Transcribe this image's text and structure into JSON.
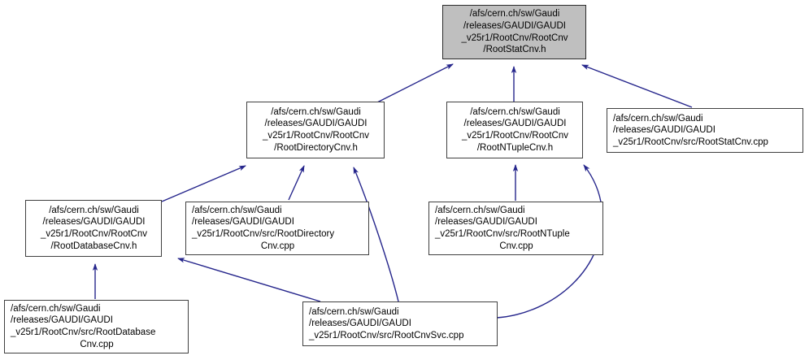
{
  "graph": {
    "title": "RootStatCnv.h include dependency graph",
    "edge_color": "#26268c",
    "node_fill": "#ffffff",
    "node_border": "#404040",
    "root_fill": "#bfbfbf",
    "text_color": "#000000"
  },
  "nodes": [
    {
      "id": "rootstatcnv-h",
      "kind": "root",
      "align": "center",
      "lines": [
        "/afs/cern.ch/sw/Gaudi",
        "/releases/GAUDI/GAUDI",
        "_v25r1/RootCnv/RootCnv",
        "/RootStatCnv.h"
      ]
    },
    {
      "id": "rootdirectorycnv-h",
      "kind": "header",
      "align": "center",
      "lines": [
        "/afs/cern.ch/sw/Gaudi",
        "/releases/GAUDI/GAUDI",
        "_v25r1/RootCnv/RootCnv",
        "/RootDirectoryCnv.h"
      ]
    },
    {
      "id": "rootntuplecnv-h",
      "kind": "header",
      "align": "center",
      "lines": [
        "/afs/cern.ch/sw/Gaudi",
        "/releases/GAUDI/GAUDI",
        "_v25r1/RootCnv/RootCnv",
        "/RootNTupleCnv.h"
      ]
    },
    {
      "id": "rootstatcnv-cpp",
      "kind": "source",
      "align": "left",
      "lines": [
        "/afs/cern.ch/sw/Gaudi",
        "/releases/GAUDI/GAUDI",
        "_v25r1/RootCnv/src/RootStatCnv.cpp"
      ]
    },
    {
      "id": "rootdatabasecnv-h",
      "kind": "header",
      "align": "center",
      "lines": [
        "/afs/cern.ch/sw/Gaudi",
        "/releases/GAUDI/GAUDI",
        "_v25r1/RootCnv/RootCnv",
        "/RootDatabaseCnv.h"
      ]
    },
    {
      "id": "rootdirectorycnv-cpp",
      "kind": "source",
      "align": "lead3",
      "lines": [
        "/afs/cern.ch/sw/Gaudi",
        "/releases/GAUDI/GAUDI",
        "_v25r1/RootCnv/src/RootDirectory",
        "Cnv.cpp"
      ]
    },
    {
      "id": "rootntuplecnv-cpp",
      "kind": "source",
      "align": "lead3",
      "lines": [
        "/afs/cern.ch/sw/Gaudi",
        "/releases/GAUDI/GAUDI",
        "_v25r1/RootCnv/src/RootNTuple",
        "Cnv.cpp"
      ]
    },
    {
      "id": "rootdatabasecnv-cpp",
      "kind": "source",
      "align": "lead3",
      "lines": [
        "/afs/cern.ch/sw/Gaudi",
        "/releases/GAUDI/GAUDI",
        "_v25r1/RootCnv/src/RootDatabase",
        "Cnv.cpp"
      ]
    },
    {
      "id": "rootcnvsvc-cpp",
      "kind": "source",
      "align": "left",
      "lines": [
        "/afs/cern.ch/sw/Gaudi",
        "/releases/GAUDI/GAUDI",
        "_v25r1/RootCnv/src/RootCnvSvc.cpp"
      ]
    }
  ],
  "edges": [
    {
      "from": "rootdirectorycnv-h",
      "to": "rootstatcnv-h"
    },
    {
      "from": "rootntuplecnv-h",
      "to": "rootstatcnv-h"
    },
    {
      "from": "rootstatcnv-cpp",
      "to": "rootstatcnv-h"
    },
    {
      "from": "rootdatabasecnv-h",
      "to": "rootdirectorycnv-h"
    },
    {
      "from": "rootdirectorycnv-cpp",
      "to": "rootdirectorycnv-h"
    },
    {
      "from": "rootcnvsvc-cpp",
      "to": "rootdirectorycnv-h"
    },
    {
      "from": "rootntuplecnv-cpp",
      "to": "rootntuplecnv-h"
    },
    {
      "from": "rootcnvsvc-cpp",
      "to": "rootntuplecnv-h"
    },
    {
      "from": "rootdatabasecnv-cpp",
      "to": "rootdatabasecnv-h"
    },
    {
      "from": "rootcnvsvc-cpp",
      "to": "rootdatabasecnv-h"
    }
  ]
}
